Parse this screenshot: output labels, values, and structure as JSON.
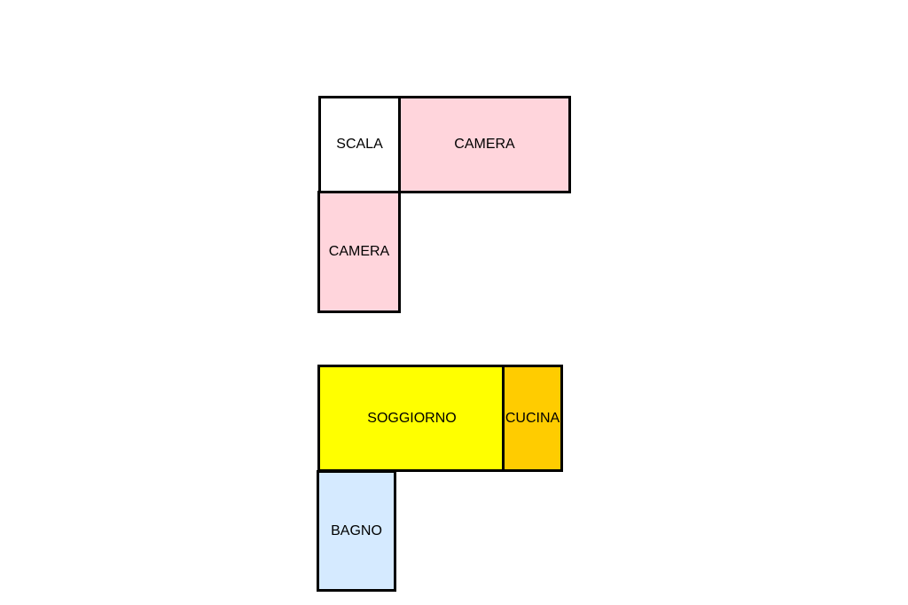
{
  "rooms": {
    "scala": {
      "label": "SCALA",
      "color": "#ffffff"
    },
    "camera1": {
      "label": "CAMERA",
      "color": "#ffd5dc"
    },
    "camera2": {
      "label": "CAMERA",
      "color": "#ffd5dc"
    },
    "soggiorno": {
      "label": "SOGGIORNO",
      "color": "#ffff00"
    },
    "cucina": {
      "label": "CUCINA",
      "color": "#ffcc00"
    },
    "bagno": {
      "label": "BAGNO",
      "color": "#d5eaff"
    }
  }
}
